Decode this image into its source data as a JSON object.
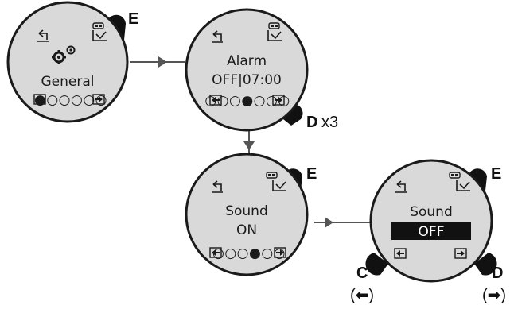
{
  "screens": {
    "general": {
      "label": "General",
      "dots": "●○○○○○"
    },
    "alarm": {
      "label": "Alarm",
      "value": "OFF|07:00",
      "dots": "○○○●○○○"
    },
    "sound_on": {
      "label": "Sound",
      "value": "ON",
      "dots": "○○○●○○"
    },
    "sound_off": {
      "label": "Sound",
      "value": "OFF"
    }
  },
  "buttons": {
    "e": "E",
    "d": "D",
    "c": "C",
    "d_times": "x3",
    "c_dir": "(⬅)",
    "d_dir": "(➡)"
  },
  "icons": {
    "back": "back-icon",
    "confirm": "checkmark-icon",
    "battery": "battery-icon",
    "prev": "left-arrow-icon",
    "next": "right-arrow-icon",
    "settings": "gears-icon"
  },
  "colors": {
    "face": "#d9d9d9",
    "outline": "#1a1a1a",
    "button": "#111111",
    "arrow": "#555555",
    "highlight": "#111111"
  }
}
